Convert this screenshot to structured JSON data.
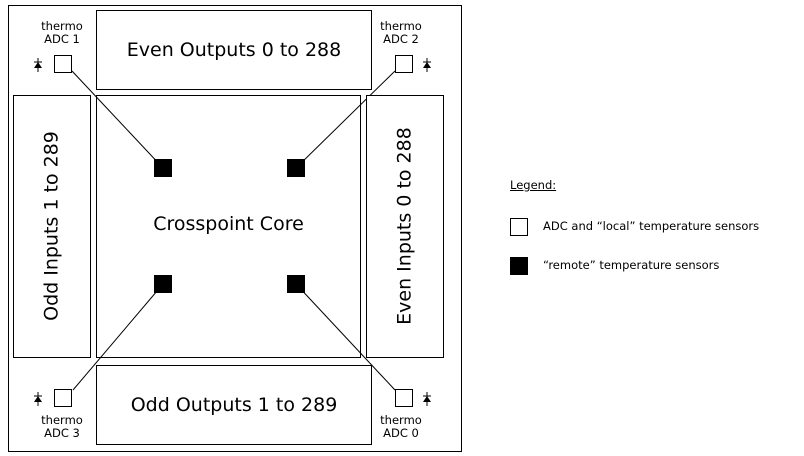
{
  "blocks": {
    "even_outputs": "Even Outputs 0 to 288",
    "odd_outputs": "Odd Outputs 1 to 289",
    "odd_inputs": "Odd Inputs 1 to 289",
    "even_inputs": "Even Inputs 0 to 288",
    "core": "Crosspoint Core"
  },
  "thermo": {
    "adc1": {
      "line1": "thermo",
      "line2": "ADC 1"
    },
    "adc2": {
      "line1": "thermo",
      "line2": "ADC 2"
    },
    "adc3": {
      "line1": "thermo",
      "line2": "ADC 3"
    },
    "adc0": {
      "line1": "thermo",
      "line2": "ADC 0"
    }
  },
  "legend": {
    "title": "Legend:",
    "items": [
      {
        "label": "ADC and “local” temperature sensors",
        "style": "open"
      },
      {
        "label": "“remote” temperature sensors",
        "style": "filled"
      }
    ]
  },
  "colors": {
    "stroke": "#000000",
    "background": "#ffffff"
  }
}
